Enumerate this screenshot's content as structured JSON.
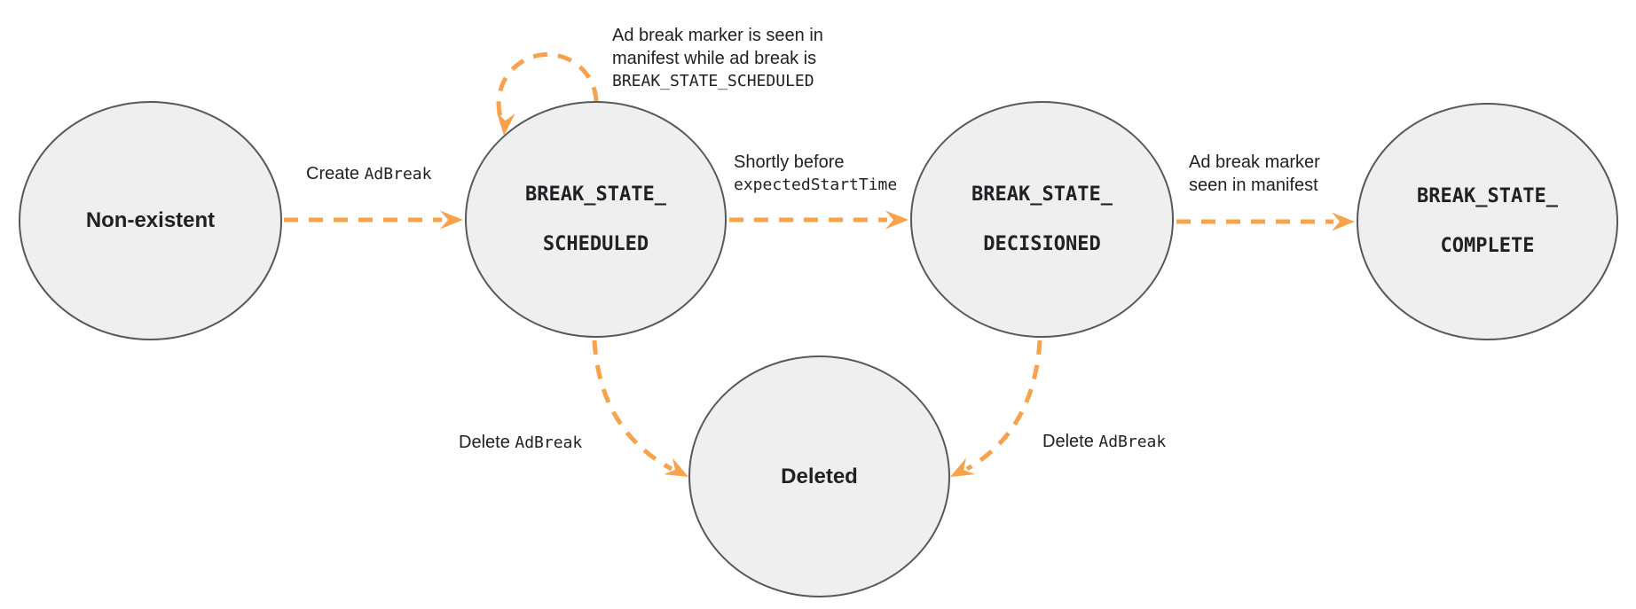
{
  "colors": {
    "accent": "#F8A24B",
    "node_fill": "#EFEFEF",
    "node_border": "#56595C",
    "text": "#202124"
  },
  "states": {
    "non_existent": {
      "label": "Non-existent"
    },
    "scheduled": {
      "line1": "BREAK_STATE_",
      "line2": "SCHEDULED"
    },
    "decisioned": {
      "line1": "BREAK_STATE_",
      "line2": "DECISIONED"
    },
    "complete": {
      "line1": "BREAK_STATE_",
      "line2": "COMPLETE"
    },
    "deleted": {
      "label": "Deleted"
    }
  },
  "edges": {
    "create": {
      "text": "Create ",
      "code": "AdBreak"
    },
    "self_loop": {
      "line1": "Ad break marker is seen in",
      "line2": "manifest while ad break is",
      "code_line": "BREAK_STATE_SCHEDULED"
    },
    "decision": {
      "line1": "Shortly before",
      "code_line": "expectedStartTime"
    },
    "complete": {
      "line1": "Ad break marker",
      "line2": "seen in manifest"
    },
    "delete_left": {
      "text": "Delete ",
      "code": "AdBreak"
    },
    "delete_right": {
      "text": "Delete ",
      "code": "AdBreak"
    }
  }
}
